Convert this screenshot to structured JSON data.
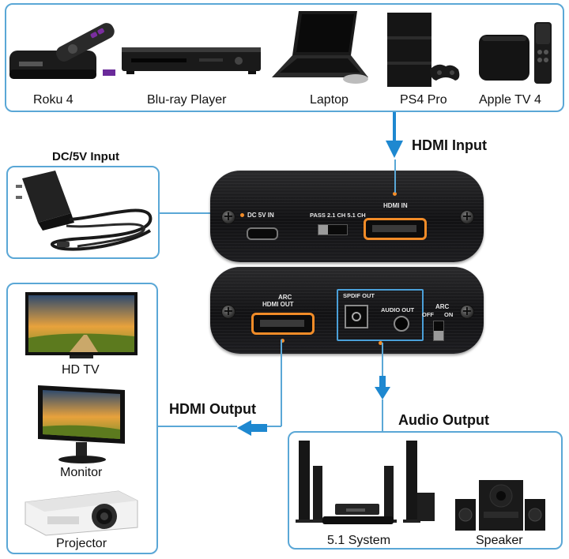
{
  "source_devices": {
    "items": [
      {
        "label": "Roku 4"
      },
      {
        "label": "Blu-ray Player"
      },
      {
        "label": "Laptop"
      },
      {
        "label": "PS4 Pro"
      },
      {
        "label": "Apple TV 4"
      }
    ]
  },
  "callouts": {
    "hdmi_input": "HDMI Input",
    "dc_input": "DC/5V Input",
    "hdmi_output": "HDMI Output",
    "audio_output": "Audio Output"
  },
  "front_panel": {
    "dc_label": "DC 5V IN",
    "switch_label": "PASS 2.1 CH 5.1 CH",
    "hdmi_in_label": "HDMI IN"
  },
  "back_panel": {
    "arc_label": "ARC",
    "hdmi_out_label": "HDMI OUT",
    "spdif_label": "SPDIF OUT",
    "audio_out_label": "AUDIO OUT",
    "arc_switch_label": "ARC",
    "arc_off": "OFF",
    "arc_on": "ON"
  },
  "output_devices": {
    "items": [
      {
        "label": "HD TV"
      },
      {
        "label": "Monitor"
      },
      {
        "label": "Projector"
      }
    ]
  },
  "audio_devices": {
    "items": [
      {
        "label": "5.1 System"
      },
      {
        "label": "Speaker"
      }
    ]
  },
  "colors": {
    "frame": "#5aa7d6",
    "arrow": "#1e88d0",
    "port_highlight": "#f28c28",
    "panel": "#151517"
  },
  "icons": [
    "roku-icon",
    "bluray-icon",
    "laptop-icon",
    "ps4-icon",
    "appletv-icon",
    "power-adapter-icon",
    "tv-icon",
    "monitor-icon",
    "projector-icon",
    "surround-speakers-icon",
    "speaker-icon",
    "arrow-down-icon",
    "arrow-left-icon"
  ]
}
